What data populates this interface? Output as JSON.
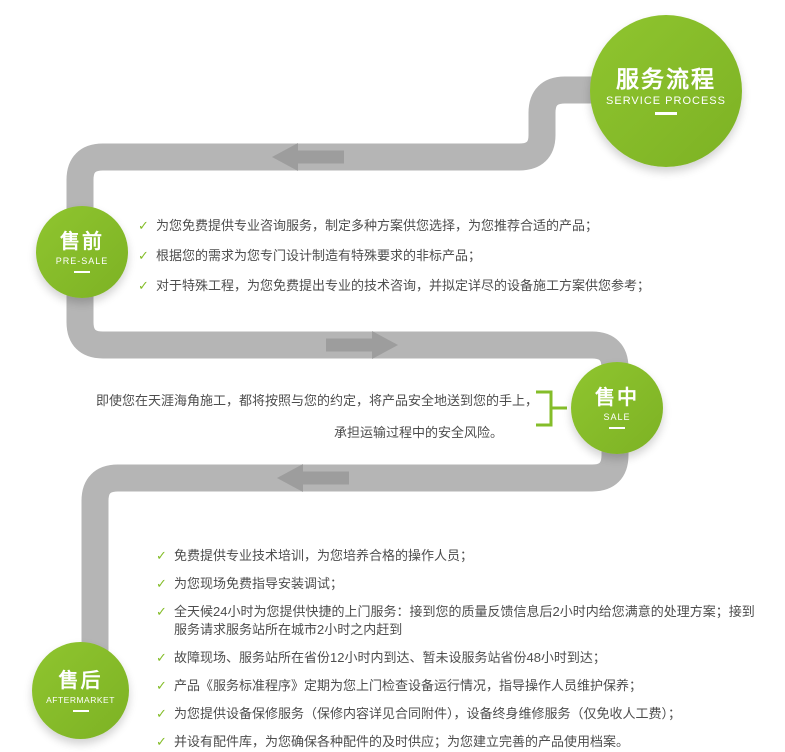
{
  "colors": {
    "accent_green": "#84bd29",
    "path_gray": "#b5b5b5",
    "arrow_gray": "#9d9d9d",
    "text_gray": "#4d4d4d"
  },
  "bullet_icon": "✓",
  "header": {
    "title": "服务流程",
    "subtitle": "SERVICE PROCESS"
  },
  "stages": {
    "pre_sale": {
      "title": "售前",
      "subtitle": "PRE-SALE",
      "items": [
        "为您免费提供专业咨询服务，制定多种方案供您选择，为您推荐合适的产品；",
        "根据您的需求为您专门设计制造有特殊要求的非标产品；",
        "对于特殊工程，为您免费提出专业的技术咨询，并拟定详尽的设备施工方案供您参考；"
      ]
    },
    "sale": {
      "title": "售中",
      "subtitle": "SALE",
      "lines": [
        "即使您在天涯海角施工，都将按照与您的约定，将产品安全地送到您的手上，",
        "承担运输过程中的安全风险。"
      ]
    },
    "after_sale": {
      "title": "售后",
      "subtitle": "AFTERMARKET",
      "items": [
        "免费提供专业技术培训，为您培养合格的操作人员；",
        "为您现场免费指导安装调试；",
        "全天候24小时为您提供快捷的上门服务：接到您的质量反馈信息后2小时内给您满意的处理方案；接到服务请求服务站所在城市2小时之内赶到",
        "故障现场、服务站所在省份12小时内到达、暂未设服务站省份48小时到达；",
        "产品《服务标准程序》定期为您上门检查设备运行情况，指导操作人员维护保养；",
        "为您提供设备保修服务（保修内容详见合同附件），设备终身维修服务（仅免收人工费）；",
        "并设有配件库，为您确保各种配件的及时供应；为您建立完善的产品使用档案。"
      ]
    }
  }
}
